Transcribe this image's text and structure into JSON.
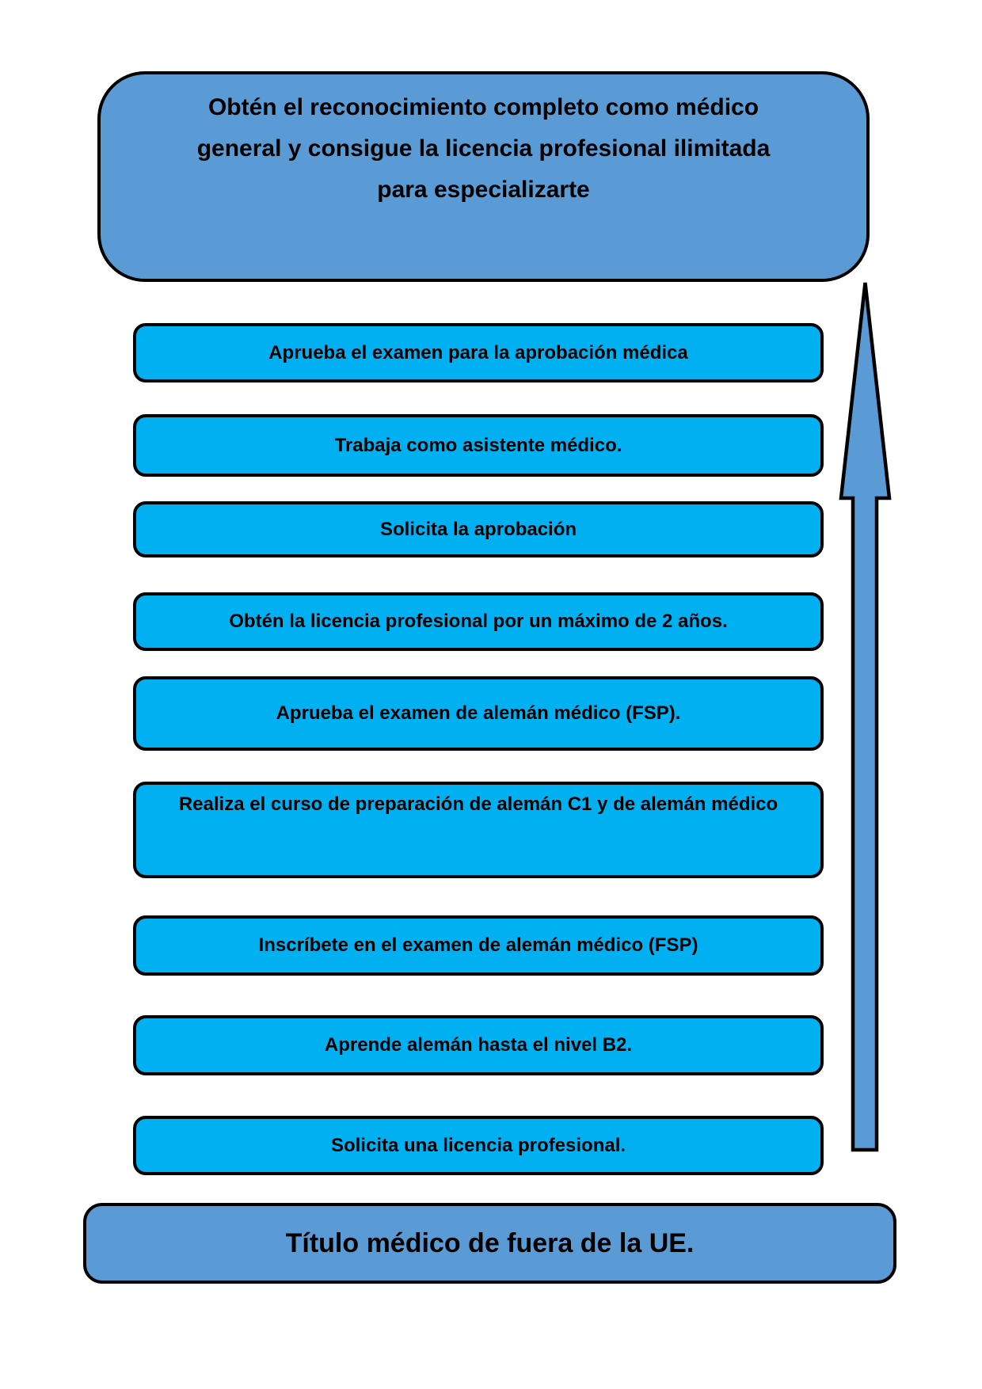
{
  "diagram": {
    "goal_box": {
      "lines": [
        "Obtén el reconocimiento completo como médico",
        "general y consigue la licencia profesional ilimitada",
        "para especializarte"
      ]
    },
    "steps": [
      {
        "label": "Aprueba el examen para la aprobación médica"
      },
      {
        "label": "Trabaja como asistente médico."
      },
      {
        "label": "Solicita la aprobación"
      },
      {
        "label": "Obtén la licencia profesional por un máximo de 2 años."
      },
      {
        "label": "Aprueba el examen de alemán médico (FSP)."
      },
      {
        "label": "Realiza el curso de preparación de alemán C1 y de alemán médico"
      },
      {
        "label": "Inscríbete en el examen  de alemán médico (FSP)"
      },
      {
        "label": "Aprende alemán hasta el nivel B2."
      },
      {
        "label": "Solicita una licencia profesional."
      }
    ],
    "base_box": {
      "text": "Título médico de fuera de la UE."
    },
    "arrow": {
      "direction": "up"
    },
    "colors": {
      "goal_fill": "#5B9BD5",
      "step_fill": "#00B0F0",
      "base_fill": "#5B9BD5",
      "arrow_fill": "#5B9BD5",
      "border": "#000000",
      "text": "#000000",
      "background": "#ffffff"
    }
  }
}
